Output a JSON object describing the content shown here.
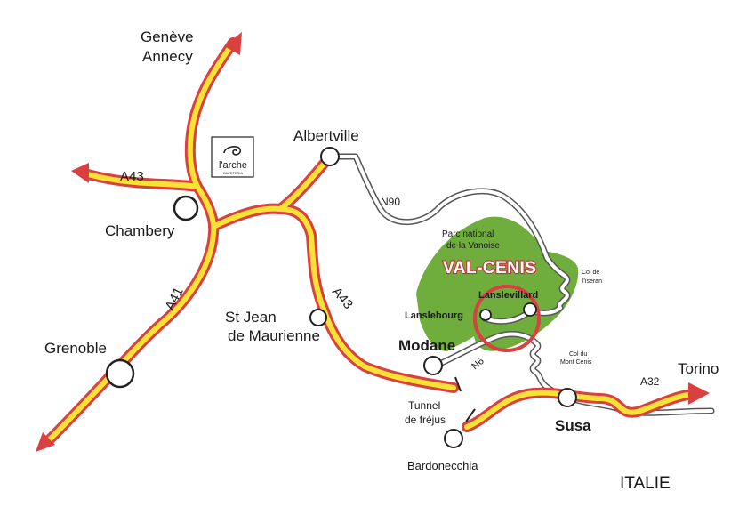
{
  "colors": {
    "road_red": "#d9403f",
    "road_yellow": "#f7e235",
    "park_green": "#6fae3c",
    "secondary_road": "#555555",
    "marker_ring": "#d9403f"
  },
  "cities": {
    "geneve": "Genève",
    "annecy": "Annecy",
    "albertville": "Albertville",
    "chambery": "Chambery",
    "grenoble": "Grenoble",
    "st_jean": "St Jean",
    "de_maurienne": "de Maurienne",
    "modane": "Modane",
    "lanslebourg": "Lanslebourg",
    "lanslevillard": "Lanslevillard",
    "susa": "Susa",
    "torino": "Torino",
    "bardonecchia": "Bardonecchia"
  },
  "roads": {
    "a43_west": "A43",
    "a43_south": "A43",
    "a41": "A41",
    "n90": "N90",
    "n6": "N6",
    "a32": "A32"
  },
  "places": {
    "parc_line1": "Parc national",
    "parc_line2": "de la Vanoise",
    "val_cenis": "VAL-CENIS",
    "col_iseran_1": "Col de",
    "col_iseran_2": "l'iseran",
    "col_mont_cenis_1": "Col du",
    "col_mont_cenis_2": "Mont Cenis",
    "tunnel_1": "Tunnel",
    "tunnel_2": "de fréjus",
    "italie": "ITALIE"
  },
  "logo": {
    "text": "l'arche",
    "subtext": "CAFETERIA"
  }
}
